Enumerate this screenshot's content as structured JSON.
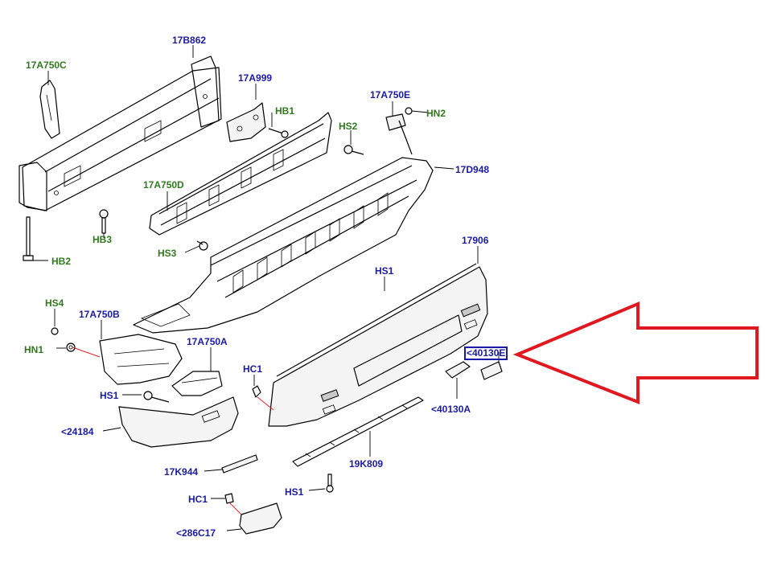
{
  "diagram": {
    "callouts": [
      {
        "id": "17B862",
        "text": "17B862",
        "color": "#1a1aa8"
      },
      {
        "id": "17A750C",
        "text": "17A750C",
        "color": "#2f7a1e"
      },
      {
        "id": "17A999",
        "text": "17A999",
        "color": "#1a1aa8"
      },
      {
        "id": "HB1",
        "text": "HB1",
        "color": "#2f7a1e"
      },
      {
        "id": "17A750E",
        "text": "17A750E",
        "color": "#1a1aa8"
      },
      {
        "id": "HN2",
        "text": "HN2",
        "color": "#2f7a1e"
      },
      {
        "id": "HS2",
        "text": "HS2",
        "color": "#2f7a1e"
      },
      {
        "id": "17D948",
        "text": "17D948",
        "color": "#1a1aa8"
      },
      {
        "id": "17A750D",
        "text": "17A750D",
        "color": "#2f7a1e"
      },
      {
        "id": "HB3",
        "text": "HB3",
        "color": "#2f7a1e"
      },
      {
        "id": "HB2",
        "text": "HB2",
        "color": "#2f7a1e"
      },
      {
        "id": "HS3",
        "text": "HS3",
        "color": "#2f7a1e"
      },
      {
        "id": "17906",
        "text": "17906",
        "color": "#1a1aa8"
      },
      {
        "id": "HS1_top",
        "text": "HS1",
        "color": "#1a1aa8"
      },
      {
        "id": "HS4",
        "text": "HS4",
        "color": "#2f7a1e"
      },
      {
        "id": "17A750B",
        "text": "17A750B",
        "color": "#1a1aa8"
      },
      {
        "id": "HN1",
        "text": "HN1",
        "color": "#2f7a1e"
      },
      {
        "id": "17A750A",
        "text": "17A750A",
        "color": "#1a1aa8"
      },
      {
        "id": "40130E",
        "text": "<40130E",
        "color": "#1a1aa8",
        "highlighted": true
      },
      {
        "id": "HC1_mid",
        "text": "HC1",
        "color": "#1a1aa8"
      },
      {
        "id": "HS1_left",
        "text": "HS1",
        "color": "#1a1aa8"
      },
      {
        "id": "40130A",
        "text": "<40130A",
        "color": "#1a1aa8"
      },
      {
        "id": "24184",
        "text": "<24184",
        "color": "#1a1aa8"
      },
      {
        "id": "19K809",
        "text": "19K809",
        "color": "#1a1aa8"
      },
      {
        "id": "17K944",
        "text": "17K944",
        "color": "#1a1aa8"
      },
      {
        "id": "HS1_bottom",
        "text": "HS1",
        "color": "#1a1aa8"
      },
      {
        "id": "HC1_bottom",
        "text": "HC1",
        "color": "#1a1aa8"
      },
      {
        "id": "286C17",
        "text": "<286C17",
        "color": "#1a1aa8"
      }
    ],
    "pointer_arrow": {
      "color": "#e0181f",
      "target": "40130E"
    }
  }
}
